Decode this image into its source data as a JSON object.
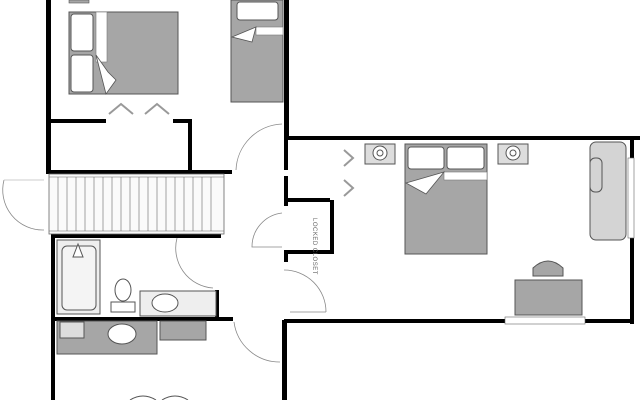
{
  "diagram": {
    "type": "floor-plan",
    "colors": {
      "wall": "#000000",
      "furniture": "#a6a6a6",
      "fixture": "#eeeeee",
      "outline": "#555555",
      "background": "#ffffff"
    },
    "rooms": [
      {
        "name": "bedroom-1",
        "contents": [
          "double-bed",
          "single-bed",
          "closet-bifold-doors"
        ]
      },
      {
        "name": "stairwell",
        "contents": [
          "staircase"
        ]
      },
      {
        "name": "bedroom-2",
        "contents": [
          "double-bed",
          "nightstand",
          "nightstand",
          "sofa",
          "desk",
          "chair",
          "window",
          "window",
          "closet-bifold-doors"
        ]
      },
      {
        "name": "locked-closet",
        "contents": []
      },
      {
        "name": "bathroom",
        "contents": [
          "bathtub",
          "toilet",
          "sink-vanity"
        ]
      },
      {
        "name": "vanity-area",
        "contents": [
          "sink-counter",
          "cabinet"
        ]
      }
    ],
    "labels": {
      "locked_closet_line1": "LOCKED",
      "locked_closet_line2": "CLOSET"
    }
  }
}
